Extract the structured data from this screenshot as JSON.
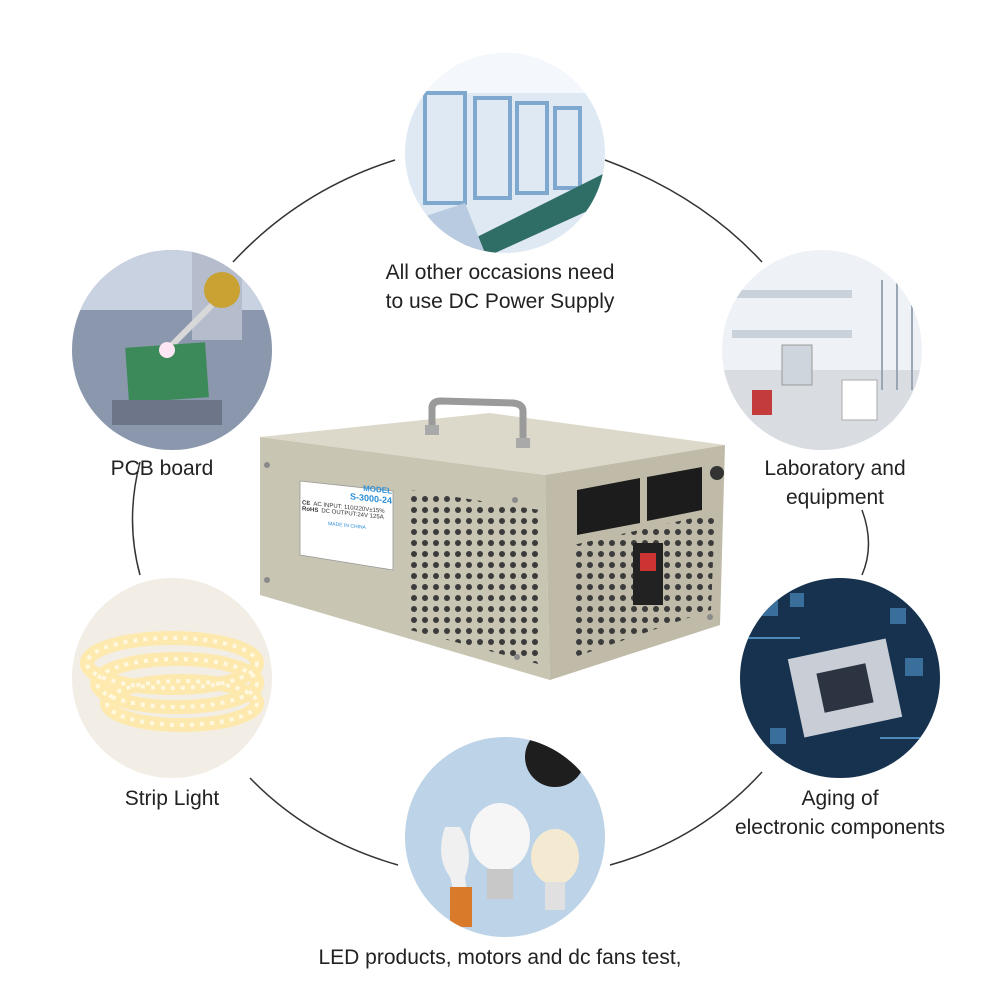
{
  "labels": {
    "top": [
      "All other occasions need",
      "to use DC Power Supply"
    ],
    "pcb": "PCB board",
    "lab": [
      "Laboratory and",
      "equipment"
    ],
    "strip": "Strip Light",
    "aging": [
      "Aging of",
      "electronic components"
    ],
    "led": "LED products, motors and dc fans test,"
  },
  "product_label": {
    "model_heading": "MODEL",
    "model": "S-3000-24",
    "ce": "CE",
    "rohs": "RoHS",
    "ac_input": "AC INPUT: 110/220V±15%",
    "dc_output": "DC OUTPUT:24V 125A",
    "origin": "MADE IN CHINA"
  },
  "colors": {
    "chassis": "#c9c5b3",
    "line": "#333333",
    "accent_blue": "#2a8fd6"
  }
}
